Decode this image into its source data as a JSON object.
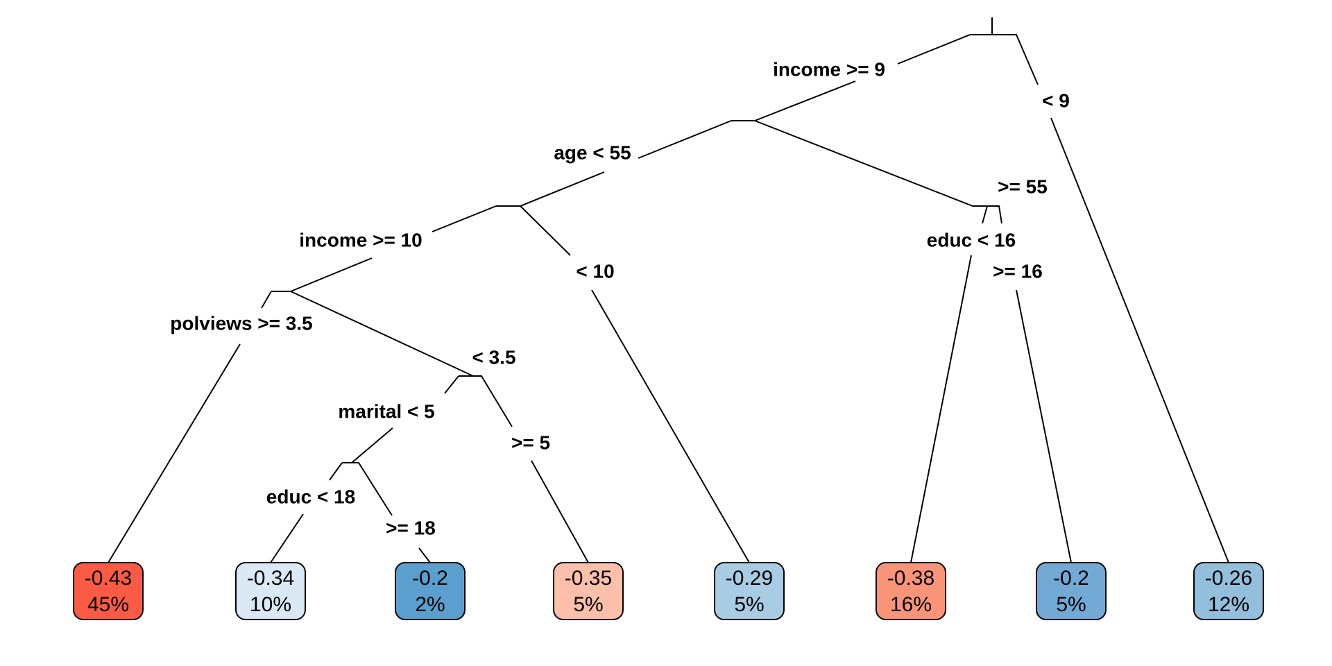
{
  "splits": [
    {
      "id": "root",
      "label": "income >= 9",
      "no_label": "< 9"
    },
    {
      "id": "n2",
      "label": "age < 55",
      "no_label": ">= 55"
    },
    {
      "id": "n3",
      "label": "income >= 10",
      "no_label": "< 10"
    },
    {
      "id": "n4",
      "label": "polviews >= 3.5",
      "no_label": "< 3.5"
    },
    {
      "id": "n5",
      "label": "marital < 5",
      "no_label": ">= 5"
    },
    {
      "id": "n6",
      "label": "educ < 18",
      "no_label": ">= 18"
    },
    {
      "id": "n7",
      "label": "educ < 16",
      "no_label": ">= 16"
    }
  ],
  "leaves": [
    {
      "value": "-0.43",
      "percent": "45%",
      "color": "#fb5b45"
    },
    {
      "value": "-0.34",
      "percent": "10%",
      "color": "#dbe9f6"
    },
    {
      "value": "-0.2",
      "percent": "2%",
      "color": "#5b9fcf"
    },
    {
      "value": "-0.35",
      "percent": "5%",
      "color": "#fcc0aa"
    },
    {
      "value": "-0.29",
      "percent": "5%",
      "color": "#a8cce4"
    },
    {
      "value": "-0.38",
      "percent": "16%",
      "color": "#f99479"
    },
    {
      "value": "-0.2",
      "percent": "5%",
      "color": "#72aad5"
    },
    {
      "value": "-0.26",
      "percent": "12%",
      "color": "#93bfdd"
    }
  ]
}
